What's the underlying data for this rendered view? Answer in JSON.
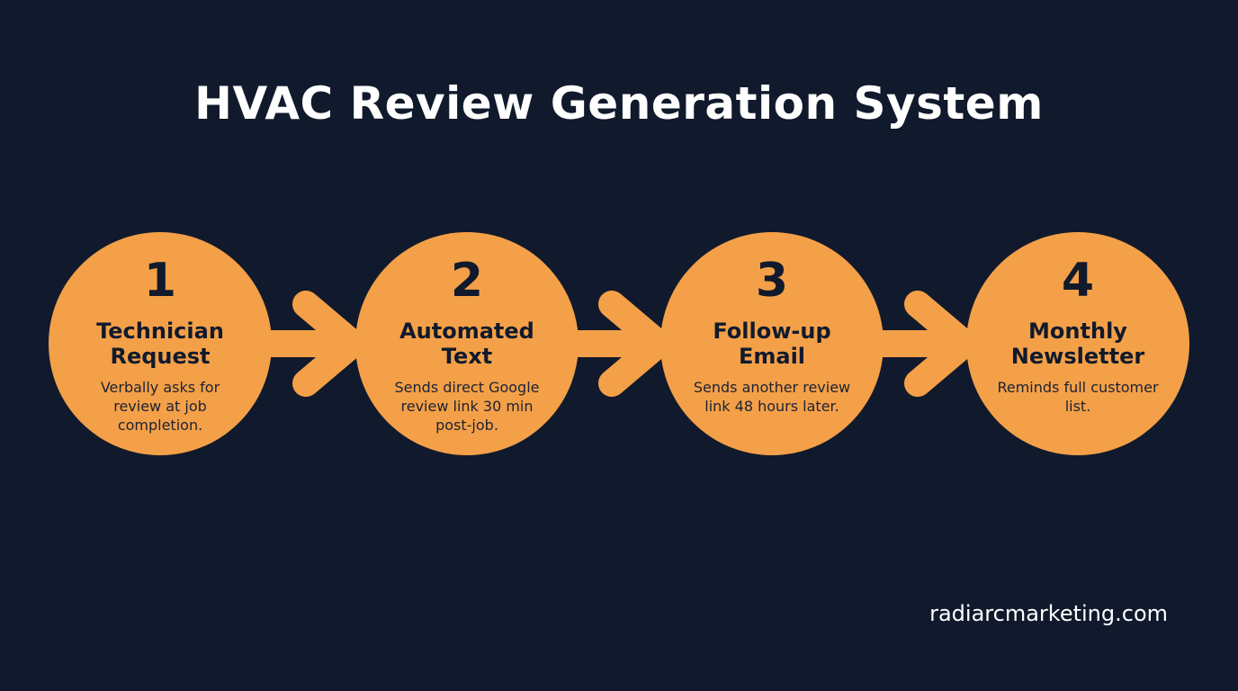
{
  "title": "HVAC Review Generation System",
  "colors": {
    "background": "#111a2c",
    "accent": "#f4a048",
    "text_dark": "#111a2c",
    "text_light": "#ffffff"
  },
  "steps": [
    {
      "number": "1",
      "heading": "Technician\nRequest",
      "description": "Verbally asks for review at job completion."
    },
    {
      "number": "2",
      "heading": "Automated\nText",
      "description": "Sends direct Google review link 30 min post-job."
    },
    {
      "number": "3",
      "heading": "Follow-up\nEmail",
      "description": "Sends another review link 48 hours later."
    },
    {
      "number": "4",
      "heading": "Monthly\nNewsletter",
      "description": "Reminds full customer list."
    }
  ],
  "footer": "radiarcmarketing.com"
}
